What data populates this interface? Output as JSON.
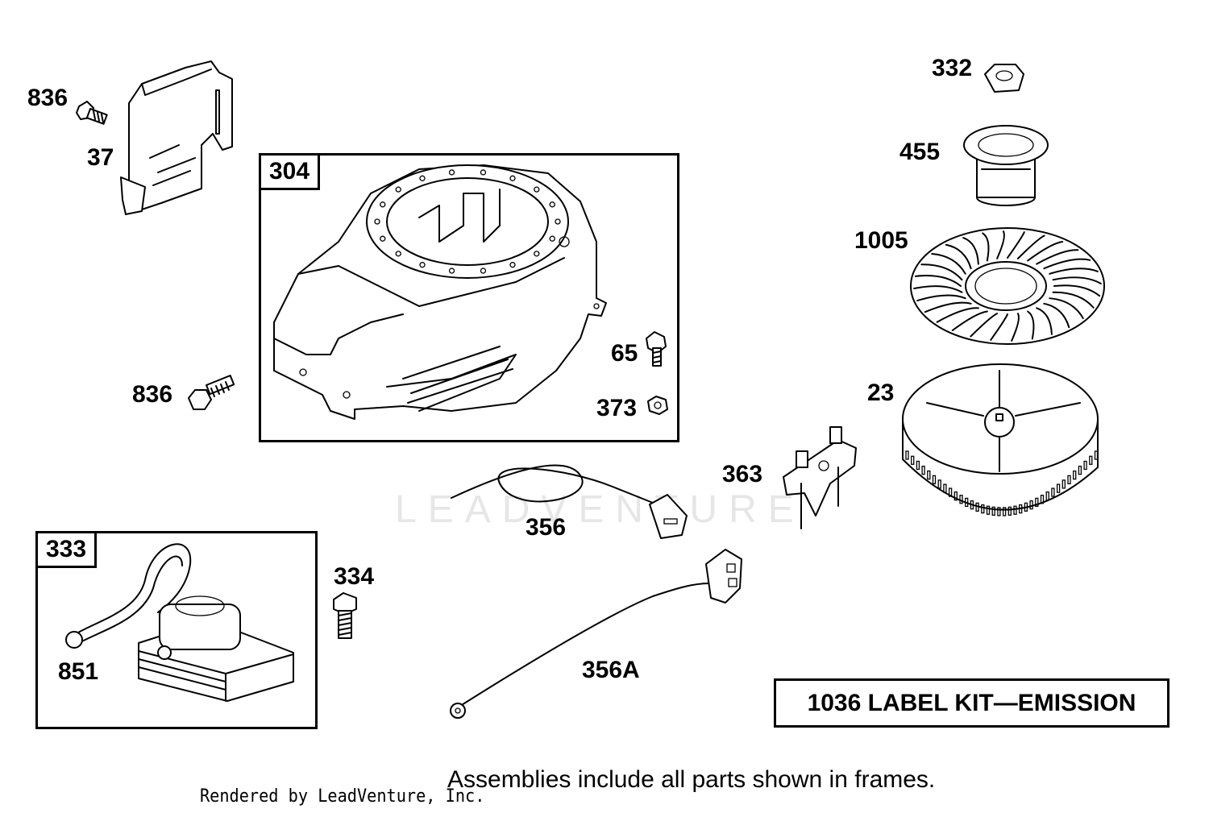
{
  "callouts": {
    "p836a": "836",
    "p37": "37",
    "p304": "304",
    "p836b": "836",
    "p65": "65",
    "p373": "373",
    "p332": "332",
    "p455": "455",
    "p1005": "1005",
    "p23": "23",
    "p363": "363",
    "p356": "356",
    "p333": "333",
    "p334": "334",
    "p851": "851",
    "p356a": "356A"
  },
  "kit_label": "1036 LABEL KIT—EMISSION",
  "footer_note": "Assemblies include all parts shown in frames.",
  "credit": "Rendered by LeadVenture, Inc.",
  "watermark": "LEADVENTURE"
}
